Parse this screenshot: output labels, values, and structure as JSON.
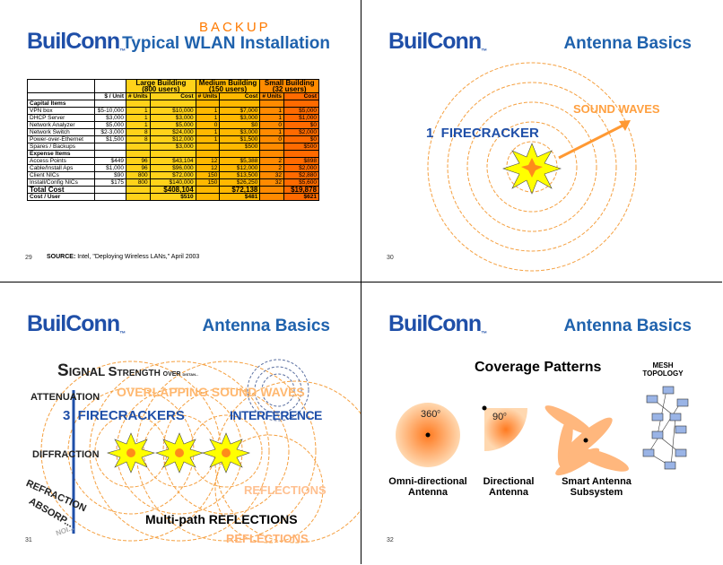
{
  "logo": "BuilConn",
  "slide29": {
    "backup": "BACKUP",
    "title": "Typical WLAN Installation",
    "page": "29",
    "source_label": "SOURCE:",
    "source_text": "Intel, \"Deploying Wireless LANs,\" April 2003",
    "headers": [
      "Large Building\n(800 users)",
      "Medium Building\n(150 users)",
      "Small Building\n(32 users)"
    ],
    "subheaders": [
      "$ / Unit",
      "# Units",
      "Cost",
      "# Units",
      "Cost",
      "# Units",
      "Cost"
    ],
    "rows": [
      [
        "Capital Items",
        "",
        "",
        "",
        "",
        "",
        "",
        ""
      ],
      [
        "VPN box",
        "$5-10,000",
        "1",
        "$10,000",
        "1",
        "$7,000",
        "1",
        "$5,000"
      ],
      [
        "DHCP Server",
        "$3,000",
        "1",
        "$3,000",
        "1",
        "$3,000",
        "1",
        "$1,000"
      ],
      [
        "Network Analyzer",
        "$5,000",
        "1",
        "$5,000",
        "0",
        "$0",
        "0",
        "$0"
      ],
      [
        "Network Switch",
        "$2-3,000",
        "8",
        "$24,000",
        "1",
        "$3,000",
        "1",
        "$2,000"
      ],
      [
        "Power-over-Ethernet",
        "$1,500",
        "8",
        "$12,000",
        "1",
        "$1,500",
        "0",
        "$0"
      ],
      [
        "Spares / Backups",
        "",
        "",
        "$3,000",
        "",
        "$500",
        "",
        "$500"
      ],
      [
        "Expense Items",
        "",
        "",
        "",
        "",
        "",
        "",
        ""
      ],
      [
        "Access Points",
        "$449",
        "96",
        "$43,104",
        "12",
        "$5,388",
        "2",
        "$898"
      ],
      [
        "Cable/Install Aps",
        "$1,000",
        "96",
        "$96,000",
        "12",
        "$12,000",
        "2",
        "$2,000"
      ],
      [
        "Client NICs",
        "$90",
        "800",
        "$72,000",
        "150",
        "$13,500",
        "32",
        "$2,880"
      ],
      [
        "Install/Config NICs",
        "$175",
        "800",
        "$140,000",
        "150",
        "$26,250",
        "32",
        "$5,600"
      ]
    ],
    "total": [
      "Total Cost",
      "",
      "",
      "$408,104",
      "",
      "$72,138",
      "",
      "$19,878"
    ],
    "per_user": [
      "Cost / User",
      "",
      "",
      "$510",
      "",
      "$481",
      "",
      "$621"
    ]
  },
  "slide30": {
    "title": "Antenna Basics",
    "page": "30",
    "firecracker": "1  FIRECRACKER",
    "sound_waves": "SOUND WAVES"
  },
  "slide31": {
    "title": "Antenna Basics",
    "page": "31",
    "signal_strength": [
      "S",
      "IGNAL ",
      "S",
      "TRENGTH ",
      "OVER ",
      "DISTAN..."
    ],
    "attenuation": "ATTENUATION",
    "overlapping": "OVERLAPPING SOUND WAVES",
    "firecrackers": "3  FIRECRACKERS",
    "interference": "INTERFERENCE",
    "diffraction": "DIFFRACTION",
    "refraction": "REFRACTION",
    "absorption": "ABSORP...",
    "noise": "NOI...",
    "reflections": "REFLECTIONS",
    "multipath": "Multi-path REFLECTIONS"
  },
  "slide32": {
    "title": "Antenna Basics",
    "page": "32",
    "coverage": "Coverage Patterns",
    "mesh": "MESH\nTOPOLOGY",
    "deg360": "360",
    "deg90": "90",
    "deg_sup": "o",
    "omni": "Omni-directional\nAntenna",
    "directional": "Directional\nAntenna",
    "smart": "Smart Antenna\nSubsystem"
  },
  "colors": {
    "logo_blue": "#1f4fa8",
    "title_blue": "#1f62ad",
    "orange": "#ff8c1a"
  }
}
